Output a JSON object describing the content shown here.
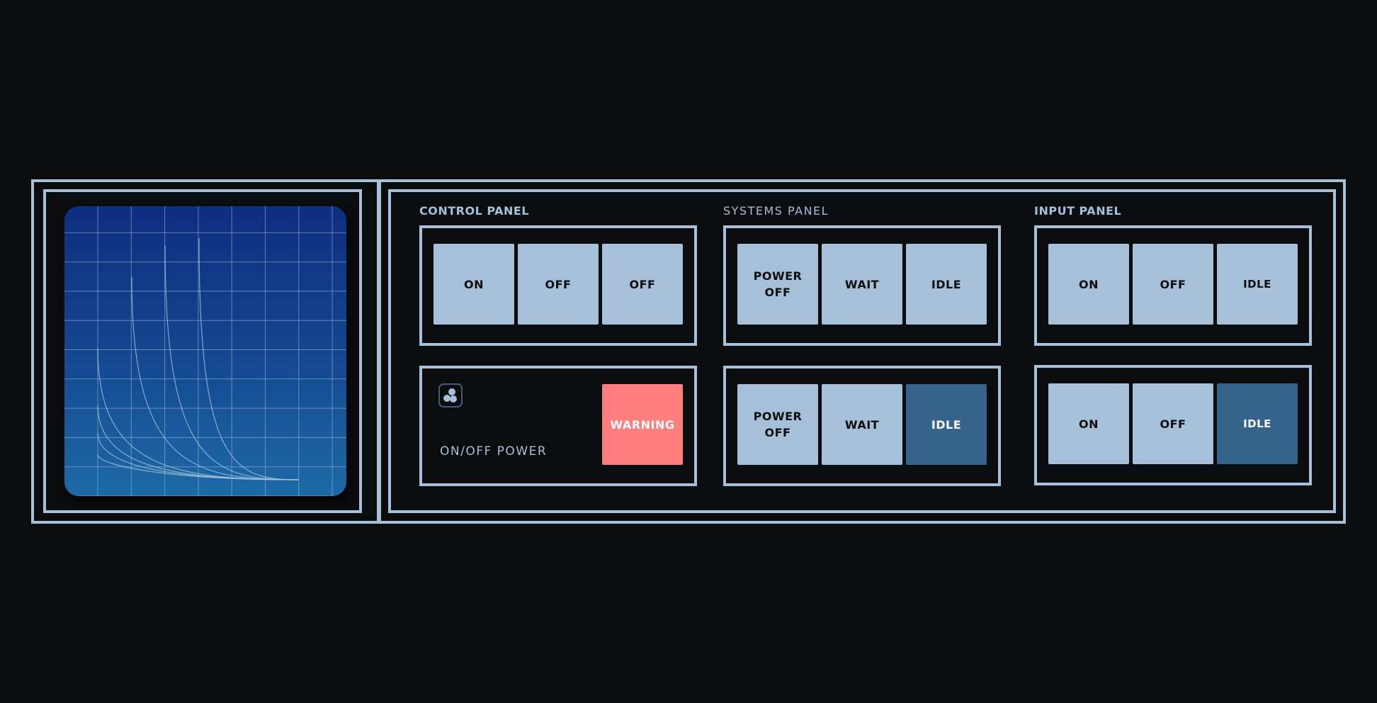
{
  "screen": {
    "grid": {
      "columns": 8,
      "rows": 10
    },
    "curves": "exponential-decay family",
    "colors": {
      "top": "#0e2d7f",
      "bottom": "#1d6aa8",
      "line": "#a5c0d8"
    }
  },
  "control_panel": {
    "title": "CONTROL PANEL",
    "top_buttons": [
      {
        "label": "ON"
      },
      {
        "label": "OFF"
      },
      {
        "label": "OFF"
      }
    ],
    "power_label": "ON/OFF POWER",
    "warning_label": "WARNING"
  },
  "systems_panel": {
    "title": "SYSTEMS PANEL",
    "top_buttons": [
      {
        "label": "POWER\nOFF"
      },
      {
        "label": "WAIT"
      },
      {
        "label": "IDLE"
      }
    ],
    "bottom_buttons": [
      {
        "label": "POWER\nOFF"
      },
      {
        "label": "WAIT"
      },
      {
        "label": "IDLE",
        "active": true
      }
    ]
  },
  "input_panel": {
    "title": "INPUT PANEL",
    "top_buttons": [
      {
        "label": "ON"
      },
      {
        "label": "OFF"
      },
      {
        "label": "IDLE"
      }
    ],
    "bottom_buttons": [
      {
        "label": "ON"
      },
      {
        "label": "OFF"
      },
      {
        "label": "IDLE",
        "active": true
      }
    ]
  },
  "colors": {
    "background": "#0b0c0e",
    "accent": "#a5c0d8",
    "active": "#34648b",
    "warning": "#ff7f7f"
  }
}
